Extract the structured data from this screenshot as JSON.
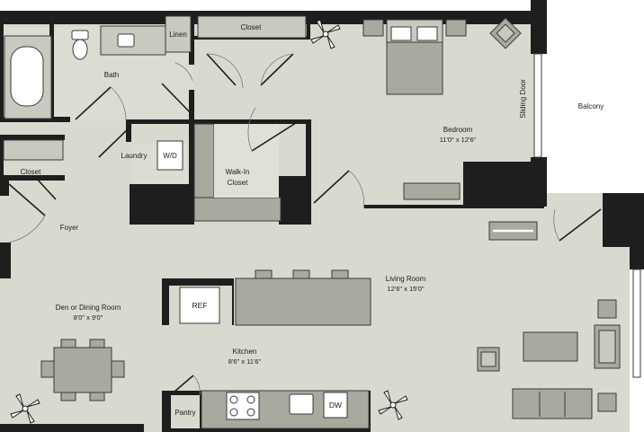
{
  "rooms": {
    "closet_top": "Closet",
    "linen": "Linen",
    "bath": "Bath",
    "closet_left": "Closet",
    "laundry": "Laundry",
    "wd": "W/D",
    "walkin_1": "Walk-In",
    "walkin_2": "Closet",
    "foyer": "Foyer",
    "bedroom": "Bedroom",
    "bedroom_dim": "11'0\" x 12'6\"",
    "sliding_door": "Sliding Door",
    "balcony": "Balcony",
    "living": "Living Room",
    "living_dim": "12'6\" x 15'0\"",
    "den": "Den or Dining Room",
    "den_dim": "8'0\" x 9'0\"",
    "ref": "REF",
    "kitchen": "Kitchen",
    "kitchen_dim": "8'6\" x 11'6\"",
    "pantry": "Pantry",
    "dw": "DW"
  },
  "colors": {
    "floor": "#d9d9cf",
    "wall": "#1e1e1e",
    "fixture": "#a9aa9f"
  }
}
